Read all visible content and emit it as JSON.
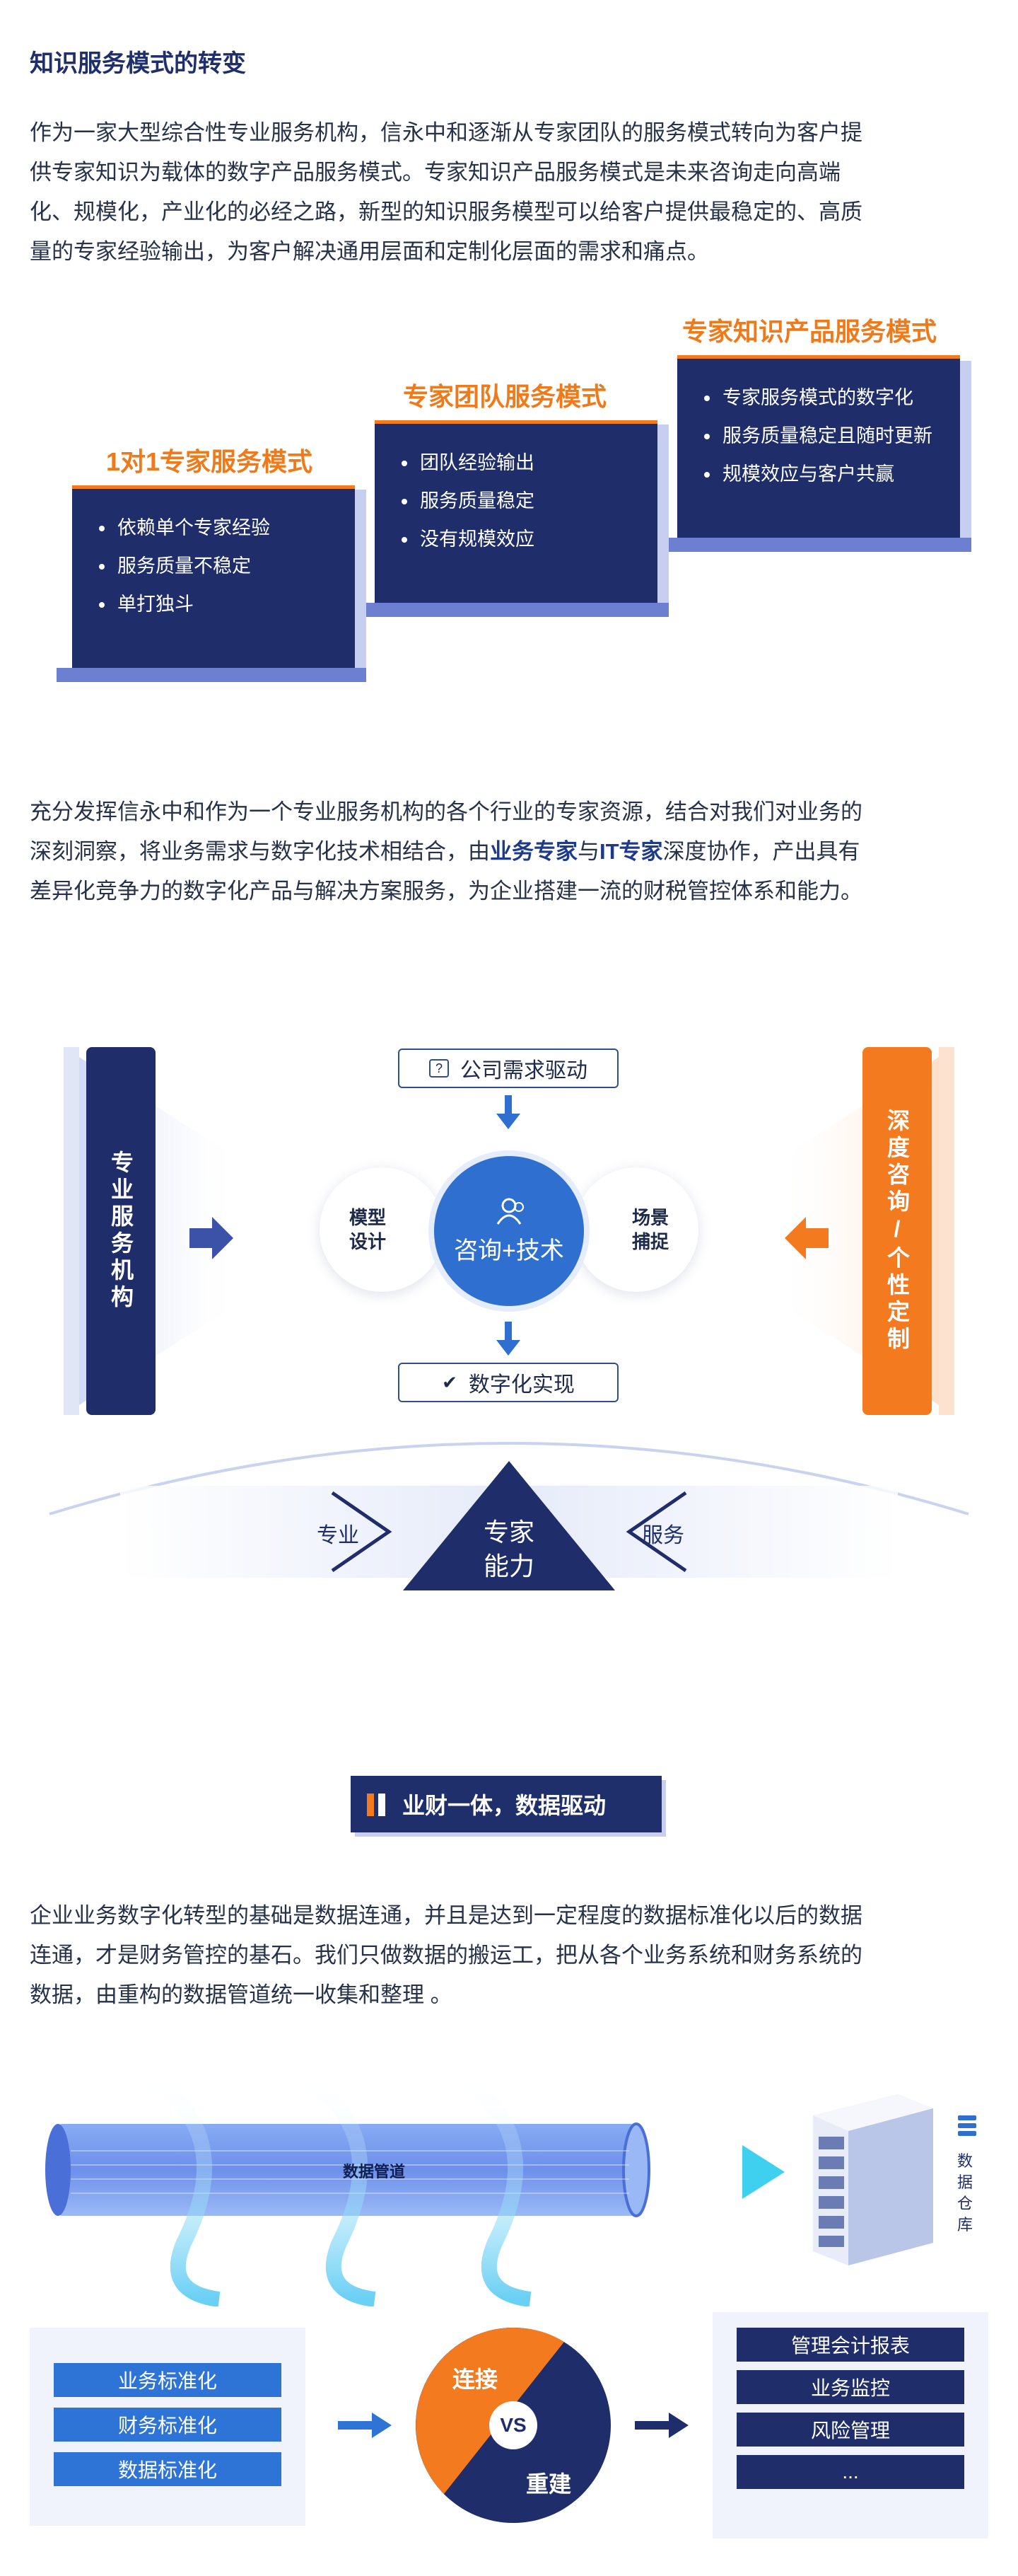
{
  "section1": {
    "title": "知识服务模式的转变",
    "paragraph_lines": [
      "作为一家大型综合性专业服务机构，信永中和逐渐从专家团队的服务模式转向为客户提",
      "供专家知识为载体的数字产品服务模式。专家知识产品服务模式是未来咨询走向高端",
      "化、规模化，产业化的必经之路，新型的知识服务模型可以给客户提供最稳定的、高质",
      "量的专家经验输出，为客户解决通用层面和定制化层面的需求和痛点。"
    ]
  },
  "steps": [
    {
      "title": "1对1专家服务模式",
      "items": [
        "依赖单个专家经验",
        "服务质量不稳定",
        "单打独斗"
      ]
    },
    {
      "title": "专家团队服务模式",
      "items": [
        "团队经验输出",
        "服务质量稳定",
        "没有规模效应"
      ]
    },
    {
      "title": "专家知识产品服务模式",
      "items": [
        "专家服务模式的数字化",
        "服务质量稳定且随时更新",
        "规模效应与客户共赢"
      ]
    }
  ],
  "section2": {
    "line1": "充分发挥信永中和作为一个专业服务机构的各个行业的专家资源，结合对我们对业务的",
    "line2": "深刻洞察，将业务需求与数字化技术相结合，由",
    "hl1": "业务专家",
    "mid": "与",
    "hl2": "IT专家",
    "line2b": "深度协作，产出具有",
    "line3": "差异化竞争力的数字化产品与解决方案服务，为企业搭建一流的财税管控体系和能力。"
  },
  "diagram": {
    "left_bar": "专业服务机构",
    "right_bar": "深度咨询/个性定制",
    "top_box": "公司需求驱动",
    "bottom_box": "数字化实现",
    "center": "咨询+技术",
    "left_circle": [
      "模型",
      "设计"
    ],
    "right_circle": [
      "场景",
      "捕捉"
    ],
    "triangle": [
      "专家",
      "能力"
    ],
    "left_label": "专业",
    "right_label": "服务",
    "colors": {
      "navy": "#1f2e6a",
      "orange": "#f47a1f",
      "blue": "#2e6fd0"
    }
  },
  "section3": {
    "heading": "业财一体，数据驱动",
    "paragraph_lines": [
      "企业业务数字化转型的基础是数据连通，并且是达到一定程度的数据标准化以后的数据",
      "连通，才是财务管控的基石。我们只做数据的搬运工，把从各个业务系统和财务系统的",
      "数据，由重构的数据管道统一收集和整理 。"
    ],
    "pipe_label": "数据管道",
    "warehouse_label": "数据仓库",
    "left_items": [
      "业务标准化",
      "财务标准化",
      "数据标准化"
    ],
    "vs": {
      "top": "连接",
      "center": "VS",
      "bottom": "重建"
    },
    "right_items": [
      "管理会计报表",
      "业务监控",
      "风险管理",
      "..."
    ]
  }
}
